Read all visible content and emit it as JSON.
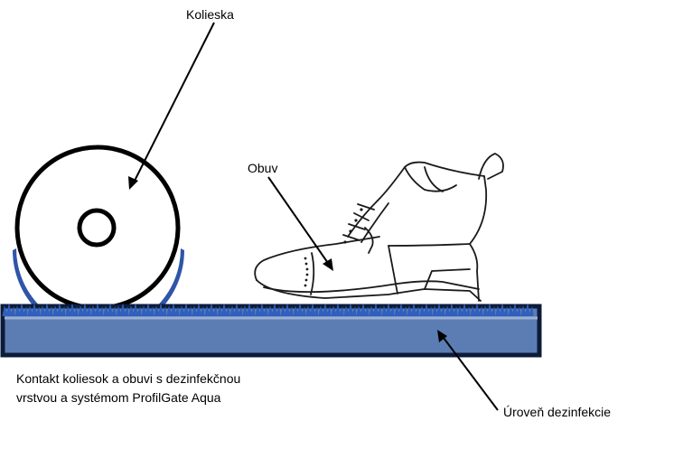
{
  "labels": {
    "wheel": "Kolieska",
    "shoe": "Obuv",
    "level": "Úroveň dezinfekcie"
  },
  "caption": {
    "line1": "Kontakt koliesok a obuvi s dezinfekčnou",
    "line2": "vrstvou a systémom ProfilGate Aqua"
  },
  "colors": {
    "mat_fill": "#5b7db3",
    "mat_border": "#0d1b3a",
    "bristles": "#2f5fbf",
    "wheel_shadow": "#2f55a8",
    "outline": "#000000"
  }
}
